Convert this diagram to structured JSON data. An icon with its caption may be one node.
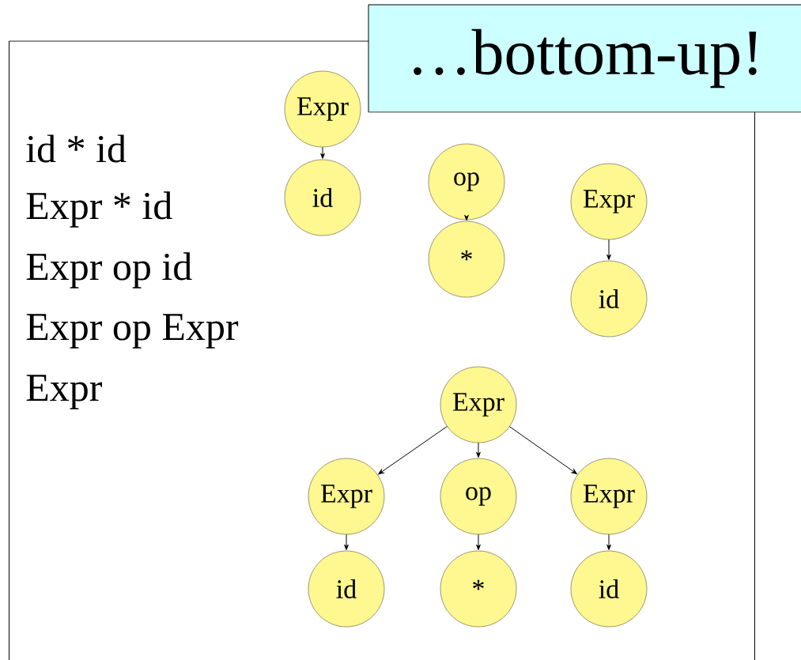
{
  "diagram": {
    "title": "…bottom-up!",
    "nodes": [
      {
        "text": [
          "id * id",
          "Expr * id",
          "Expr op id",
          "Expr op Expr",
          "Expr"
        ]
      },
      {
        "text": [
          "Expr"
        ],
        "in": 0
      },
      {
        "text": [
          "id"
        ],
        "in": 0
      },
      {
        "text": [
          "op"
        ],
        "in": 0
      },
      {
        "text": [
          "*"
        ],
        "in": 0
      },
      {
        "text": [
          "Expr"
        ],
        "in": 0
      },
      {
        "text": [
          "id"
        ],
        "in": 0
      },
      {
        "text": [
          "Expr"
        ],
        "in": 0
      },
      {
        "text": [
          "Expr"
        ],
        "in": 0
      },
      {
        "text": [
          "op"
        ],
        "in": 0
      },
      {
        "text": [
          "Expr"
        ],
        "in": 0
      },
      {
        "text": [
          "id"
        ],
        "in": 0
      },
      {
        "text": [
          "*"
        ],
        "in": 0
      },
      {
        "text": [
          "id"
        ],
        "in": 0
      }
    ],
    "edges": [
      {
        "from": 1,
        "to": 2,
        "arrow": "to"
      },
      {
        "from": 3,
        "to": 4,
        "arrow": "to"
      },
      {
        "from": 5,
        "to": 6,
        "arrow": "to"
      },
      {
        "from": 7,
        "to": 8,
        "arrow": "to"
      },
      {
        "from": 7,
        "to": 9,
        "arrow": "to"
      },
      {
        "from": 7,
        "to": 10,
        "arrow": "to"
      },
      {
        "from": 8,
        "to": 11,
        "arrow": "to"
      },
      {
        "from": 9,
        "to": 12,
        "arrow": "to"
      },
      {
        "from": 10,
        "to": 13,
        "arrow": "to"
      }
    ]
  }
}
